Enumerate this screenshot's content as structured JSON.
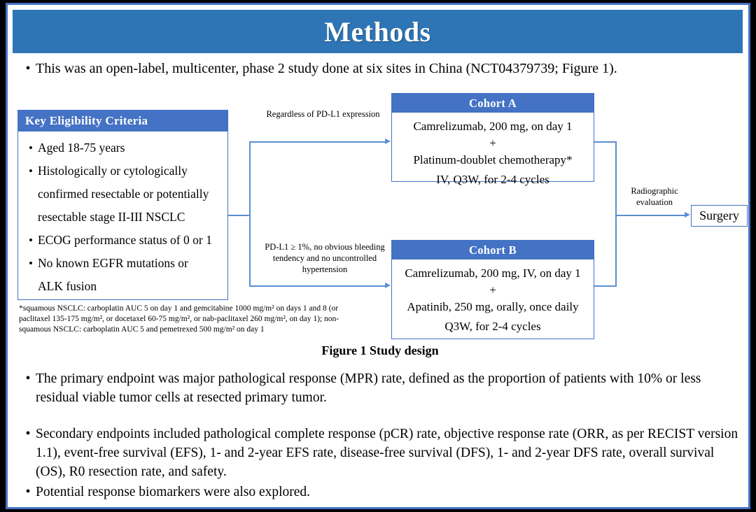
{
  "slide": {
    "title": "Methods",
    "accent_header": "#2E75B6",
    "accent_box": "#4472C4",
    "connector_color": "#5B8FD4",
    "frame_color": "#4472C4"
  },
  "bullets": {
    "marker": "•",
    "intro": "This was an open-label, multicenter, phase 2 study done at six sites in China (NCT04379739; Figure 1).",
    "primary_endpoint": "The primary endpoint was major pathological response (MPR) rate, defined as the proportion of patients with 10% or less residual viable tumor cells at resected primary tumor.",
    "secondary_endpoints": "Secondary endpoints included pathological complete response (pCR) rate, objective response rate (ORR, as per RECIST version 1.1), event-free survival (EFS), 1- and 2-year EFS rate, disease-free survival (DFS), 1- and 2-year DFS rate, overall survival (OS), R0 resection rate, and safety.",
    "biomarkers": "Potential response biomarkers were also explored."
  },
  "figure": {
    "caption": "Figure 1 Study design",
    "eligibility": {
      "header": "Key  Eligibility Criteria",
      "items": [
        "Aged 18-75 years",
        "Histologically or cytologically",
        "confirmed resectable or potentially",
        "resectable stage II-III  NSCLC",
        "ECOG performance status of 0 or 1",
        "No known EGFR mutations or",
        "ALK fusion"
      ],
      "bulleted_flags": [
        true,
        true,
        false,
        false,
        true,
        true,
        false
      ]
    },
    "footnote_lines": [
      "*squamous NSCLC: carboplatin AUC 5 on day 1 and gemcitabine 1000 mg/m² on days 1 and 8 (or",
      "paclitaxel 135-175  mg/m², or docetaxel 60-75 mg/m², or nab-paclitaxel 260 mg/m², on day 1); non-",
      "squamous NSCLC: carboplatin AUC 5 and pemetrexed 500 mg/m² on day 1"
    ],
    "cohort_a": {
      "header": "Cohort A",
      "lines": [
        "Camrelizumab, 200 mg, on day 1",
        "+",
        "Platinum-doublet chemotherapy*",
        "IV, Q3W, for 2-4 cycles"
      ]
    },
    "cohort_b": {
      "header": "Cohort B",
      "lines": [
        "Camrelizumab, 200 mg, IV, on day 1",
        "+",
        "Apatinib, 250 mg, orally, once daily",
        "Q3W, for 2-4 cycles"
      ]
    },
    "labels": {
      "regardless": "Regardless  of PD-L1 expression",
      "pdl1": "PD-L1 ≥ 1%, no obvious bleeding tendency and no uncontrolled  hypertension",
      "radiographic": "Radiographic evaluation"
    },
    "surgery": "Surgery"
  }
}
